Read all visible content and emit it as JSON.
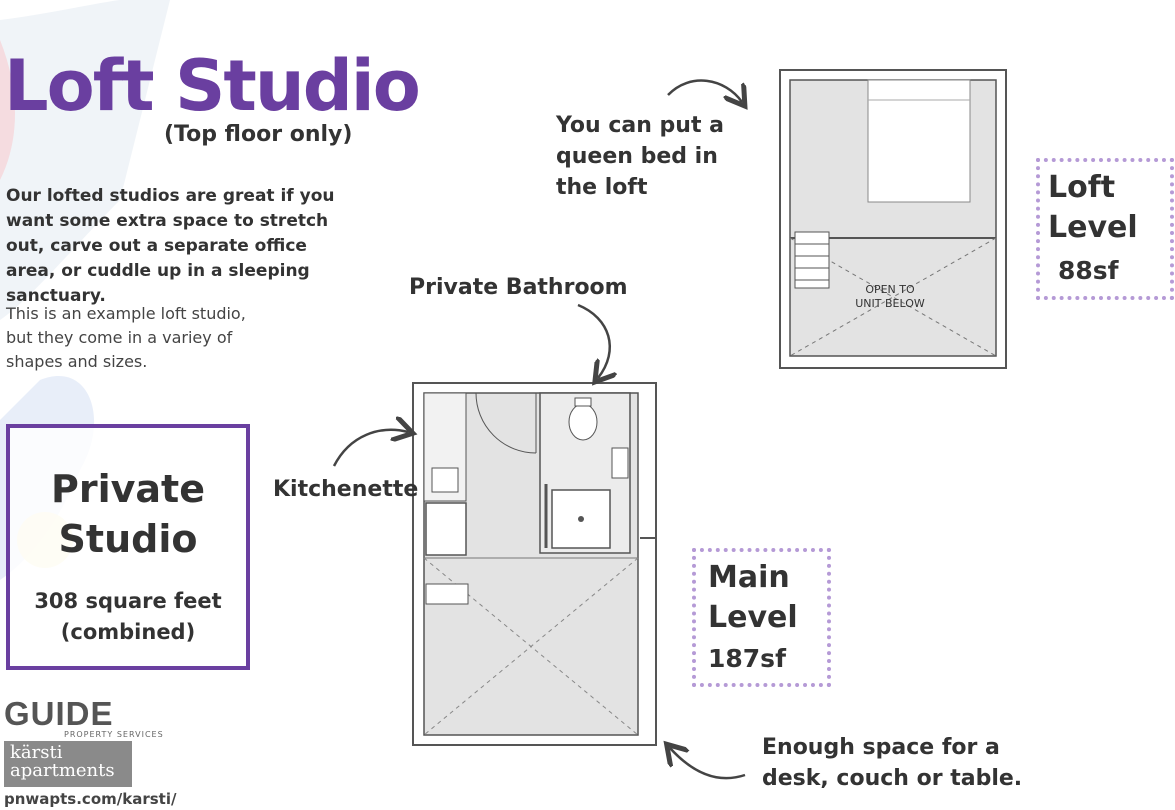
{
  "title": "Loft Studio",
  "subtitle": "(Top floor only)",
  "intro_text": "Our lofted studios are great if you want some extra space to stretch out, carve out a separate office area, or cuddle up in a sleeping sanctuary.",
  "example_text": "This is an example loft studio, but they come in a variey of shapes and sizes.",
  "studio_box": {
    "title": "Private Studio",
    "size_line1": "308 square feet",
    "size_line2": "(combined)",
    "border_color": "#6a3fa0"
  },
  "callouts": {
    "bed_note": "You can put a queen bed in the loft",
    "bathroom": "Private Bathroom",
    "kitchenette": "Kitchenette",
    "space_note": "Enough space for a desk, couch or table."
  },
  "loft_level": {
    "label_line1": "Loft",
    "label_line2": "Level",
    "area": "88sf"
  },
  "main_level": {
    "label_line1": "Main",
    "label_line2": "Level",
    "area": "187sf"
  },
  "floor_plan": {
    "open_label_line1": "OPEN TO",
    "open_label_line2": "UNIT BELOW"
  },
  "logos": {
    "guide": "GUIDE",
    "guide_sub": "PROPERTY SERVICES",
    "karsti_line1": "kärsti",
    "karsti_line2": "apartments"
  },
  "url": "pnwapts.com/karsti/",
  "colors": {
    "accent": "#6a3fa0",
    "dotted_border": "#b59ad6",
    "plan_fill": "#e3e3e3",
    "text": "#333333"
  }
}
